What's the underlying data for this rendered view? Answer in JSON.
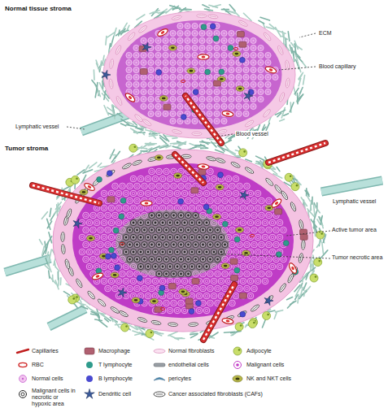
{
  "diagram": {
    "labels": [
      "Normal tissue stroma",
      "ECM",
      "Blood capillary",
      "Lymphatic vessel",
      "Blood vessel",
      "Tumor stroma",
      "Lymphatic vessel",
      "Active tumor area",
      "Tumor necrotic area"
    ],
    "legend": [
      {
        "text": "Capillaries"
      },
      {
        "text": "Macrophage"
      },
      {
        "text": "Normal fibroblasts"
      },
      {
        "text": "Adipocyte"
      },
      {
        "text": "RBC"
      },
      {
        "text": "T lymphocyte"
      },
      {
        "text": "endothelial cells"
      },
      {
        "text": "Malignant cells"
      },
      {
        "text": "Normal cells"
      },
      {
        "text": "B lymphocyte"
      },
      {
        "text": "pericytes"
      },
      {
        "text": "NK and NKT cells"
      },
      {
        "text": "Malignant cells in necrotic or hypoxic area"
      },
      {
        "text": "Dendritic cell"
      },
      {
        "text": "Cancer associated fibroblasts (CAFs)"
      }
    ]
  }
}
